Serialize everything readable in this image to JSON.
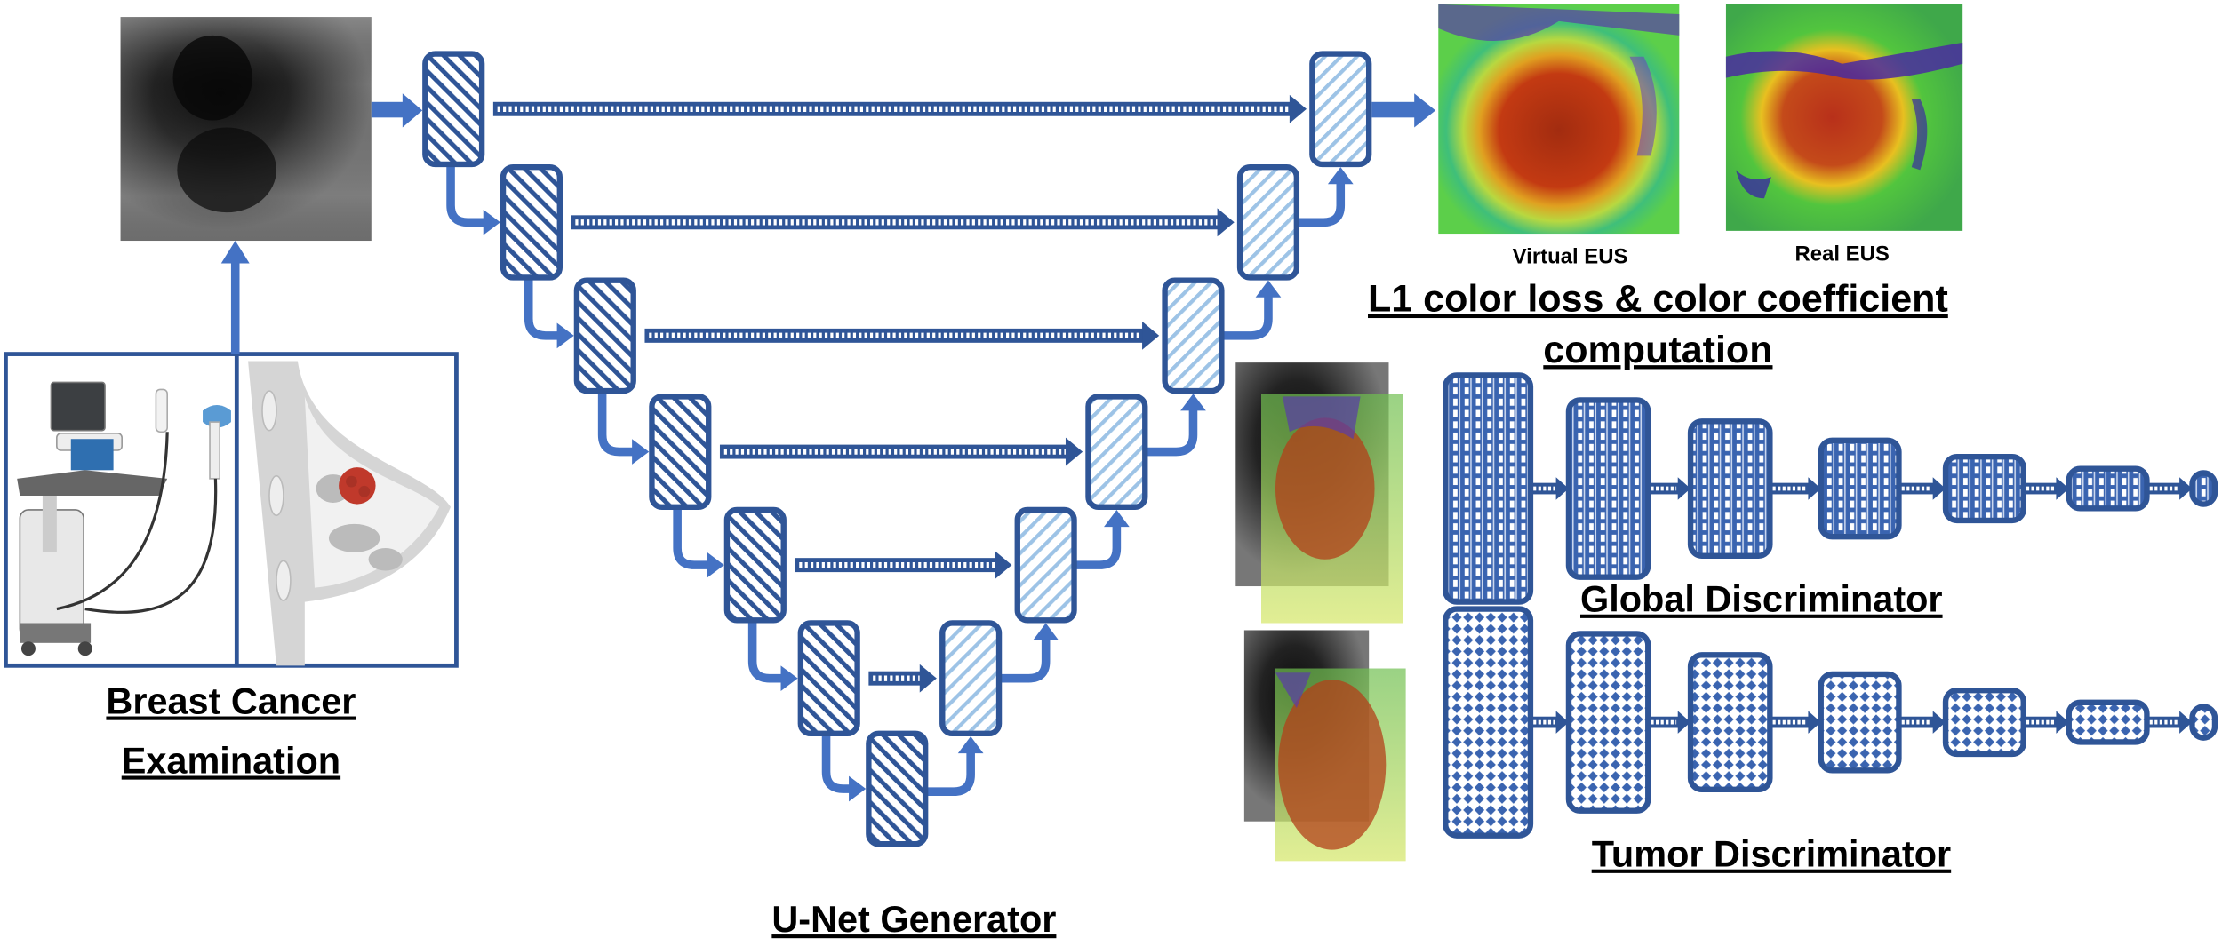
{
  "labels": {
    "exam_line1": "Breast Cancer",
    "exam_line2": "Examination",
    "unet": "U-Net Generator",
    "virtual_eus": "Virtual EUS",
    "real_eus": "Real EUS",
    "loss_line1": "L1 color loss & color coefficient",
    "loss_line2": "computation",
    "global_disc": "Global Discriminator",
    "tumor_disc": "Tumor Discriminator"
  },
  "colors": {
    "arrow": "#4472c4",
    "block_stroke": "#2f5597",
    "encoder_hatch": "#2f5597",
    "decoder_hatch": "#9dc3e6"
  },
  "structure": {
    "encoder_blocks": 7,
    "decoder_blocks": 6,
    "discriminator_blocks": 7
  }
}
